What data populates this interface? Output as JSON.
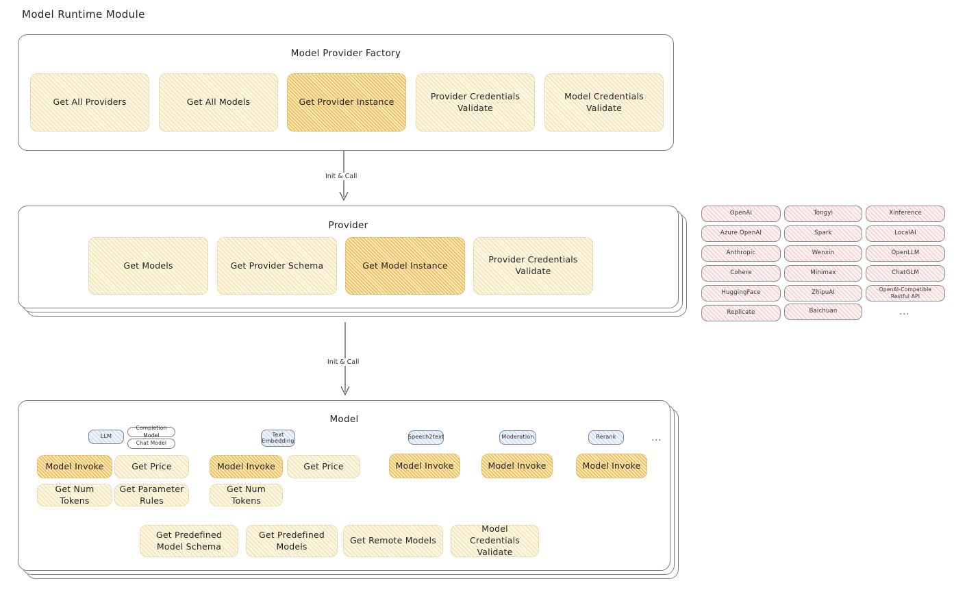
{
  "header": {
    "title": "Model Runtime Module"
  },
  "factory": {
    "title": "Model Provider Factory",
    "nodes": [
      {
        "label": "Get All Providers",
        "highlight": false
      },
      {
        "label": "Get All Models",
        "highlight": false
      },
      {
        "label": "Get Provider Instance",
        "highlight": true
      },
      {
        "label": "Provider Credentials Validate",
        "highlight": false
      },
      {
        "label": "Model Credentials Validate",
        "highlight": false
      }
    ]
  },
  "arrow1": {
    "label": "Init & Call"
  },
  "provider": {
    "title": "Provider",
    "nodes": [
      {
        "label": "Get Models",
        "highlight": false
      },
      {
        "label": "Get Provider Schema",
        "highlight": false
      },
      {
        "label": "Get Model Instance",
        "highlight": true
      },
      {
        "label": "Provider Credentials Validate",
        "highlight": false
      }
    ]
  },
  "arrow2": {
    "label": "Init & Call"
  },
  "provider_list": {
    "columns": [
      [
        "OpenAI",
        "Azure OpenAI",
        "Anthropic",
        "Cohere",
        "HuggingFace",
        "Replicate"
      ],
      [
        "Tongyi",
        "Spark",
        "Wenxin",
        "Minimax",
        "ZhipuAI",
        "Baichuan"
      ],
      [
        "Xinference",
        "LocalAI",
        "OpenLLM",
        "ChatGLM",
        "OpenAI-Compatible Restful API"
      ]
    ],
    "more": "..."
  },
  "model": {
    "title": "Model",
    "more": "...",
    "types": [
      {
        "badge": "LLM",
        "sub_badges": [
          "Completion Model",
          "Chat Model"
        ],
        "methods": [
          "Model Invoke",
          "Get Price",
          "Get Num Tokens",
          "Get Parameter Rules"
        ]
      },
      {
        "badge": "Text Embedding",
        "sub_badges": [],
        "methods": [
          "Model Invoke",
          "Get Price",
          "Get Num Tokens"
        ]
      },
      {
        "badge": "Speech2text",
        "sub_badges": [],
        "methods": [
          "Model Invoke"
        ]
      },
      {
        "badge": "Moderation",
        "sub_badges": [],
        "methods": [
          "Model Invoke"
        ]
      },
      {
        "badge": "Rerank",
        "sub_badges": [],
        "methods": [
          "Model Invoke"
        ]
      }
    ],
    "common_methods": [
      "Get Predefined Model Schema",
      "Get Predefined Models",
      "Get Remote Models",
      "Model Credentials Validate"
    ]
  },
  "colors": {
    "highlight_fill": "#fcedc8",
    "node_fill": "#fdf6e3",
    "provider_chip": "#fdf1f1",
    "badge_blue": "#eef4fb"
  }
}
